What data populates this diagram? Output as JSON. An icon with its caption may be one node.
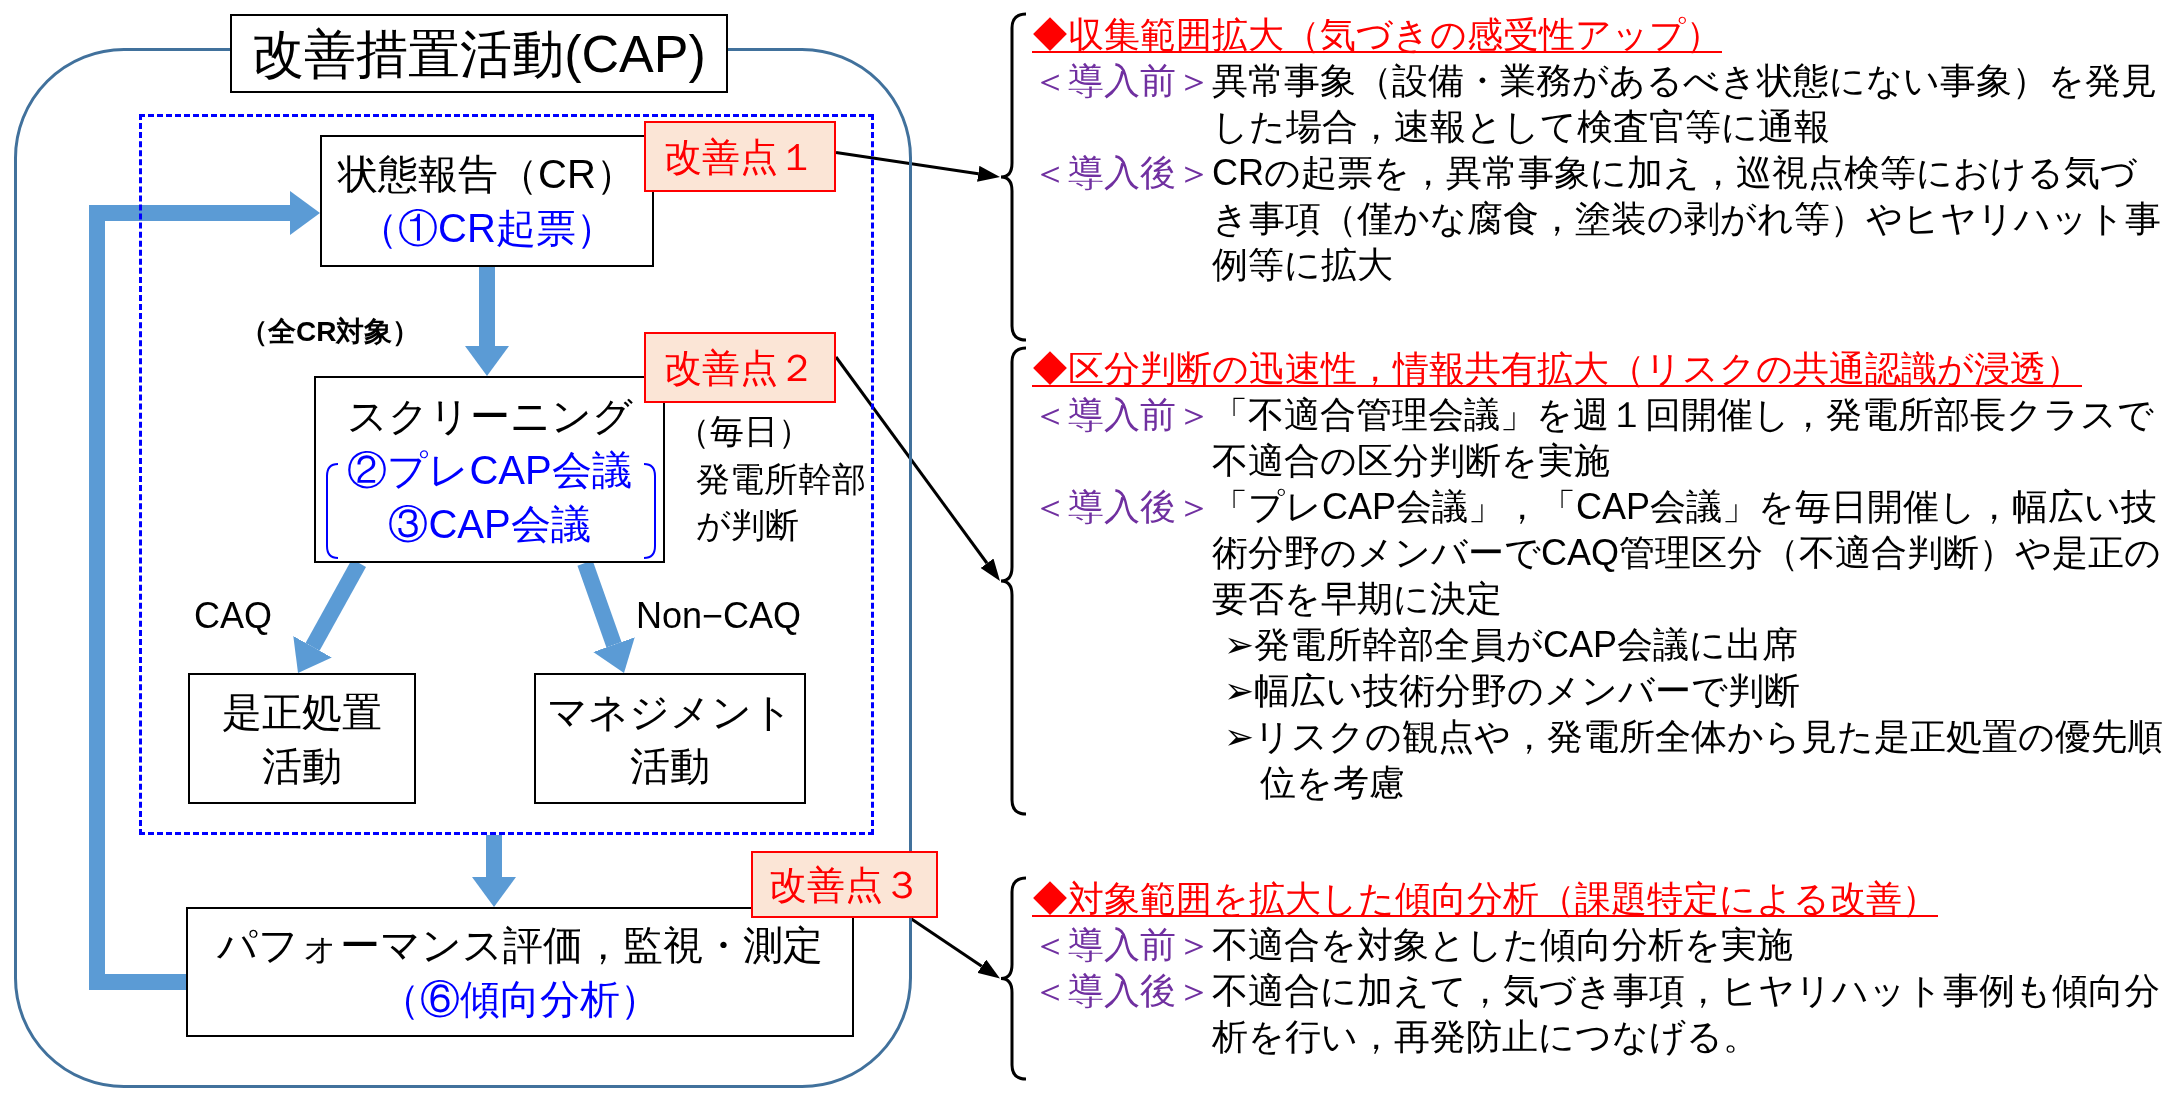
{
  "diagram": {
    "nodes": [
      {
        "text": [
          "改善措置活動(CAP)"
        ]
      },
      {
        "text": [],
        "shape": "box",
        "in": 0
      },
      {
        "text": [
          "状態報告（CR）",
          "（①CR起票）"
        ],
        "in": 1
      },
      {
        "text": [
          "改善点１"
        ],
        "in": 1
      },
      {
        "text": [
          "スクリーニング",
          "②プレCAP会議 ③CAP会議"
        ],
        "in": 1,
        "beside": [
          "（毎日）",
          "発電所幹部が判断"
        ]
      },
      {
        "text": [
          "改善点２"
        ],
        "in": 1
      },
      {
        "text": [
          "是正処置活動"
        ],
        "in": 1
      },
      {
        "text": [
          "マネジメント活動"
        ],
        "in": 1
      },
      {
        "text": [
          "パフォーマンス評価，監視・測定",
          "（⑥傾向分析）"
        ],
        "in": 0
      },
      {
        "text": [
          "改善点３"
        ]
      },
      {
        "text": [
          "◆収集範囲拡大（気づきの感受性アップ）",
          "＜導入前＞",
          "異常事象（設備・業務があるべき状態にない事象）を発見した場合，速報として検査官等に通報",
          "＜導入後＞",
          "CRの起票を，異常事象に加え，巡視点検等における気づき事項（僅かな腐食，塗装の剥がれ等）やヒヤリハット事例等に拡大"
        ]
      },
      {
        "text": [
          "◆区分判断の迅速性，情報共有拡大（リスクの共通認識が浸透）",
          "＜導入前＞",
          "「不適合管理会議」を週１回開催し，発電所部長クラスで不適合の区分判断を実施",
          "＜導入後＞",
          "「プレCAP会議」，「CAP会議」を毎日開催し，幅広い技術分野のメンバーでCAQ管理区分（不適合判断）や是正の要否を早期に決定",
          "➢発電所幹部全員がCAP会議に出席",
          "➢幅広い技術分野のメンバーで判断",
          "➢リスクの観点や，発電所全体から見た是正処置の優先順位を考慮"
        ]
      },
      {
        "text": [
          "◆対象範囲を拡大した傾向分析（課題特定による改善）",
          "＜導入前＞",
          "不適合を対象とした傾向分析を実施",
          "＜導入後＞",
          "不適合に加えて，気づき事項，ヒヤリハット事例も傾向分析を行い，再発防止につなげる。"
        ]
      }
    ],
    "edges": [
      {
        "from": 3,
        "to": 10,
        "arrow": "to",
        "color": "#000000"
      },
      {
        "from": 5,
        "to": 11,
        "arrow": "to",
        "color": "#000000"
      },
      {
        "from": 9,
        "to": 12,
        "arrow": "to",
        "color": "#000000"
      },
      {
        "from": 2,
        "to": 4,
        "arrow": "to",
        "label": "（全CR対象）",
        "color": "#5b9bd5"
      },
      {
        "from": 4,
        "to": 6,
        "arrow": "to",
        "label": "CAQ",
        "color": "#5b9bd5"
      },
      {
        "from": 4,
        "to": 7,
        "arrow": "to",
        "label": "Non−CAQ",
        "color": "#5b9bd5"
      },
      {
        "from": 1,
        "to": 8,
        "arrow": "to",
        "color": "#5b9bd5"
      },
      {
        "from": 8,
        "to": 2,
        "arrow": "to",
        "color": "#5b9bd5"
      }
    ]
  }
}
